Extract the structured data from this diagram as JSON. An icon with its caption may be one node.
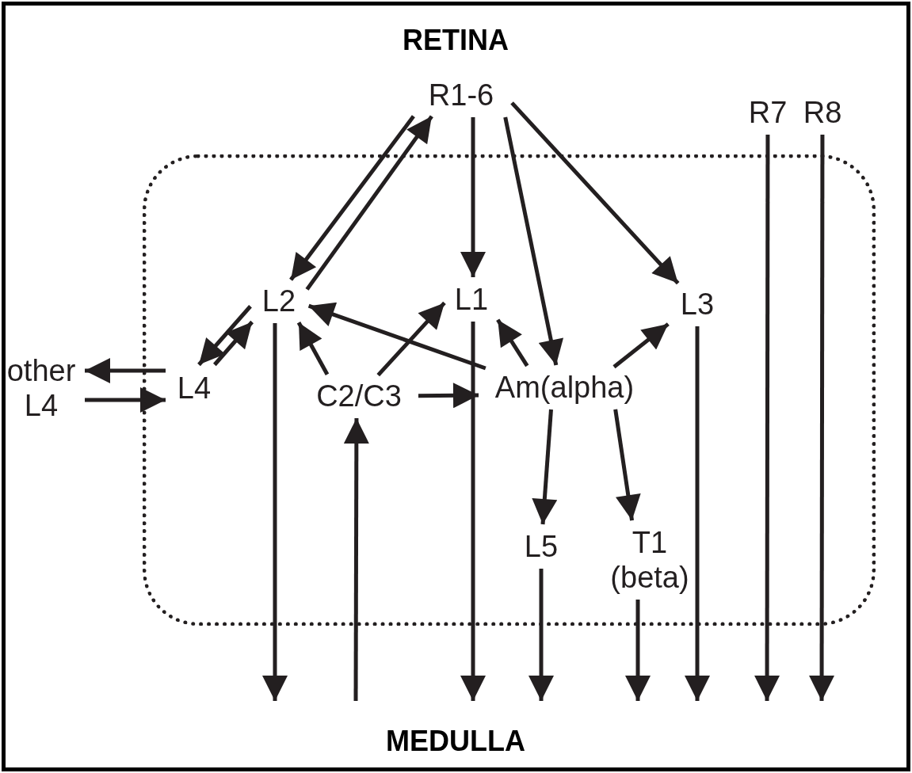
{
  "diagram": {
    "nodes": [
      {
        "text": [],
        "shape": "box"
      },
      {
        "text": [
          "R1-6"
        ]
      },
      {
        "text": [
          "R7"
        ]
      },
      {
        "text": [
          "R8"
        ]
      },
      {
        "text": [
          "L2"
        ],
        "in": 0
      },
      {
        "text": [
          "L1"
        ],
        "in": 0
      },
      {
        "text": [
          "L3"
        ],
        "in": 0
      },
      {
        "text": [
          "Am(alpha)"
        ],
        "in": 0
      },
      {
        "text": [
          "other L4"
        ]
      },
      {
        "text": [
          "L4"
        ],
        "in": 0
      },
      {
        "text": [
          "C2/C3"
        ],
        "in": 0
      },
      {
        "text": [
          "L5"
        ],
        "in": 0
      },
      {
        "text": [
          "T1 (beta)"
        ],
        "in": 0
      }
    ],
    "edges": [
      {
        "from": 1,
        "to": 4,
        "arrow": "to"
      },
      {
        "from": 4,
        "to": 1,
        "arrow": "to"
      },
      {
        "from": 1,
        "to": 5,
        "arrow": "to"
      },
      {
        "from": 1,
        "to": 7,
        "arrow": "to"
      },
      {
        "from": 1,
        "to": 6,
        "arrow": "to"
      },
      {
        "from": 2,
        "to": null,
        "arrow": "to"
      },
      {
        "from": 3,
        "to": null,
        "arrow": "to"
      },
      {
        "from": 7,
        "to": 4,
        "arrow": "to"
      },
      {
        "from": 7,
        "to": 5,
        "arrow": "to"
      },
      {
        "from": 7,
        "to": 6,
        "arrow": "to"
      },
      {
        "from": 10,
        "to": 4,
        "arrow": "to"
      },
      {
        "from": 10,
        "to": 5,
        "arrow": "to"
      },
      {
        "from": 10,
        "to": 7,
        "arrow": "to"
      },
      {
        "from": 4,
        "to": 9,
        "arrow": "to"
      },
      {
        "from": 9,
        "to": 4,
        "arrow": "to"
      },
      {
        "from": 9,
        "to": 8,
        "arrow": "to"
      },
      {
        "from": 8,
        "to": 9,
        "arrow": "to"
      },
      {
        "from": 7,
        "to": 11,
        "arrow": "to"
      },
      {
        "from": 7,
        "to": 12,
        "arrow": "to"
      },
      {
        "from": 4,
        "to": null,
        "arrow": "to"
      },
      {
        "from": 5,
        "to": null,
        "arrow": "to"
      },
      {
        "from": 6,
        "to": null,
        "arrow": "to"
      },
      {
        "from": 11,
        "to": null,
        "arrow": "to"
      },
      {
        "from": 12,
        "to": null,
        "arrow": "to"
      },
      {
        "from": null,
        "to": 10,
        "arrow": "to"
      }
    ],
    "labels": [
      "RETINA",
      "MEDULLA"
    ]
  }
}
